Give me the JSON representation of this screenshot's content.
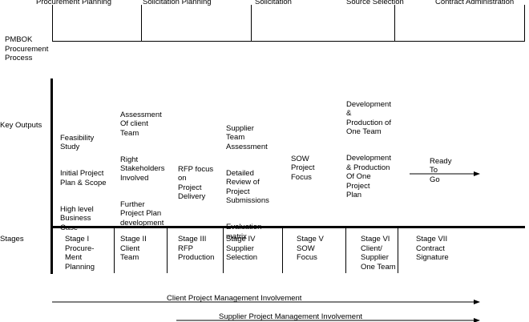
{
  "phases": [
    "Procurement Planning",
    "Solicitation Planning",
    "Solicitation",
    "Source Selection",
    "Contract Administration"
  ],
  "row_labels": {
    "process": "PMBOK\nProcurement\nProcess",
    "outputs": "Key Outputs",
    "stages": "Stages"
  },
  "outputs": {
    "col1": [
      "Feasibility\nStudy",
      "Initial Project\nPlan & Scope",
      "High level\nBusiness\nCase"
    ],
    "col2": [
      "Assessment\nOf client\nTeam",
      "Right\nStakeholders\nInvolved",
      "Further\nProject Plan\ndevelopment"
    ],
    "col3": [
      "RFP focus\non\nProject\nDelivery"
    ],
    "col4": [
      "Supplier\nTeam\nAssessment",
      "Detailed\nReview of\nProject\nSubmissions",
      "Evaluation\nmatrix"
    ],
    "col5": [
      "SOW\nProject\nFocus"
    ],
    "col6": [
      "Development\n&\nProduction of\nOne Team",
      "Development\n& Production\nOf One\nProject\nPlan"
    ],
    "col7": [
      "Ready\nTo\nGo"
    ]
  },
  "stages": [
    "Stage I\nProcure-\nMent\nPlanning",
    "Stage II\nClient\nTeam",
    "Stage III\nRFP\nProduction",
    "Stage IV\nSupplier\nSelection",
    "Stage V\nSOW\nFocus",
    "Stage VI\nClient/\nSupplier\nOne Team",
    "Stage VII\nContract\nSignature"
  ],
  "involvement": {
    "client": "Client Project Management Involvement",
    "supplier": "Supplier Project Management Involvement"
  }
}
